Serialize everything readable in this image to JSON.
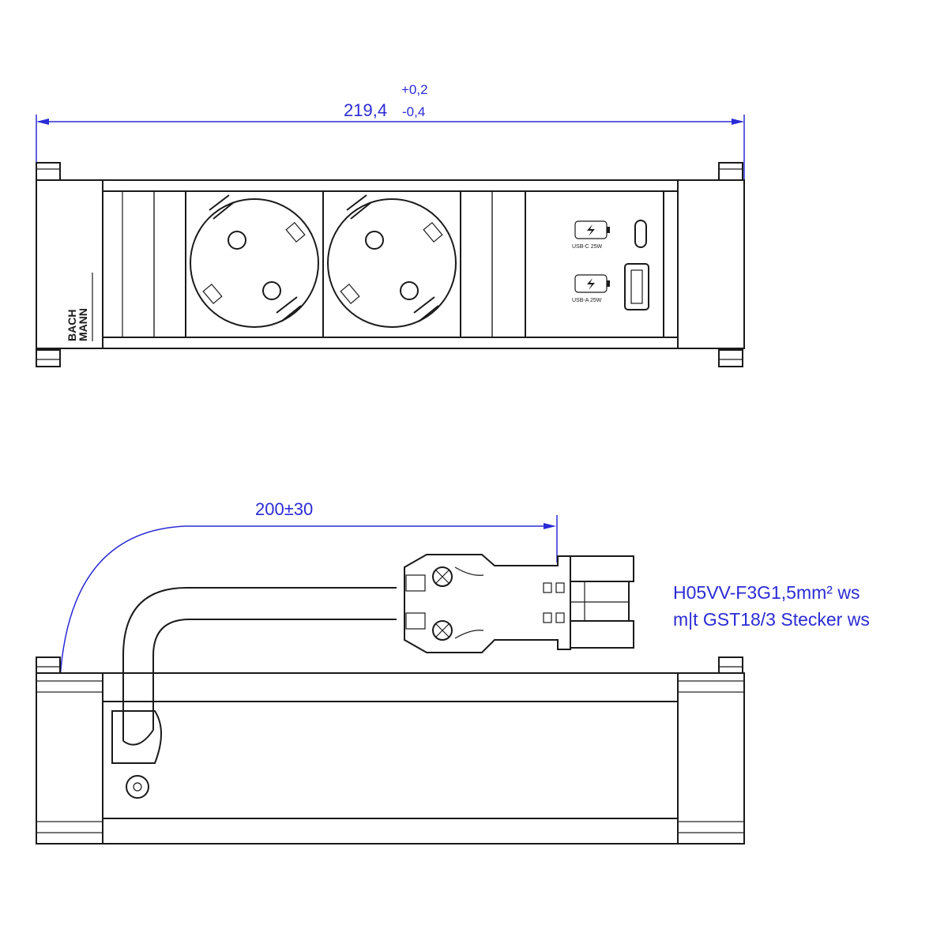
{
  "top_view": {
    "width_dimension": {
      "nominal": "219,4",
      "upper_tolerance": "+0,2",
      "lower_tolerance": "-0,4"
    },
    "brand_line1": "BACH",
    "brand_line2": "MANN",
    "usb_c_label": "USB-C 25W",
    "usb_a_label": "USB-A 25W"
  },
  "side_view": {
    "cable_length_dimension": "200±30",
    "cable_spec_line1": "H05VV-F3G1,5mm² ws",
    "cable_spec_line2": "m|t GST18/3  Stecker ws"
  },
  "colors": {
    "dimension": "#2b2bd6",
    "outline": "#1a1a1a"
  }
}
